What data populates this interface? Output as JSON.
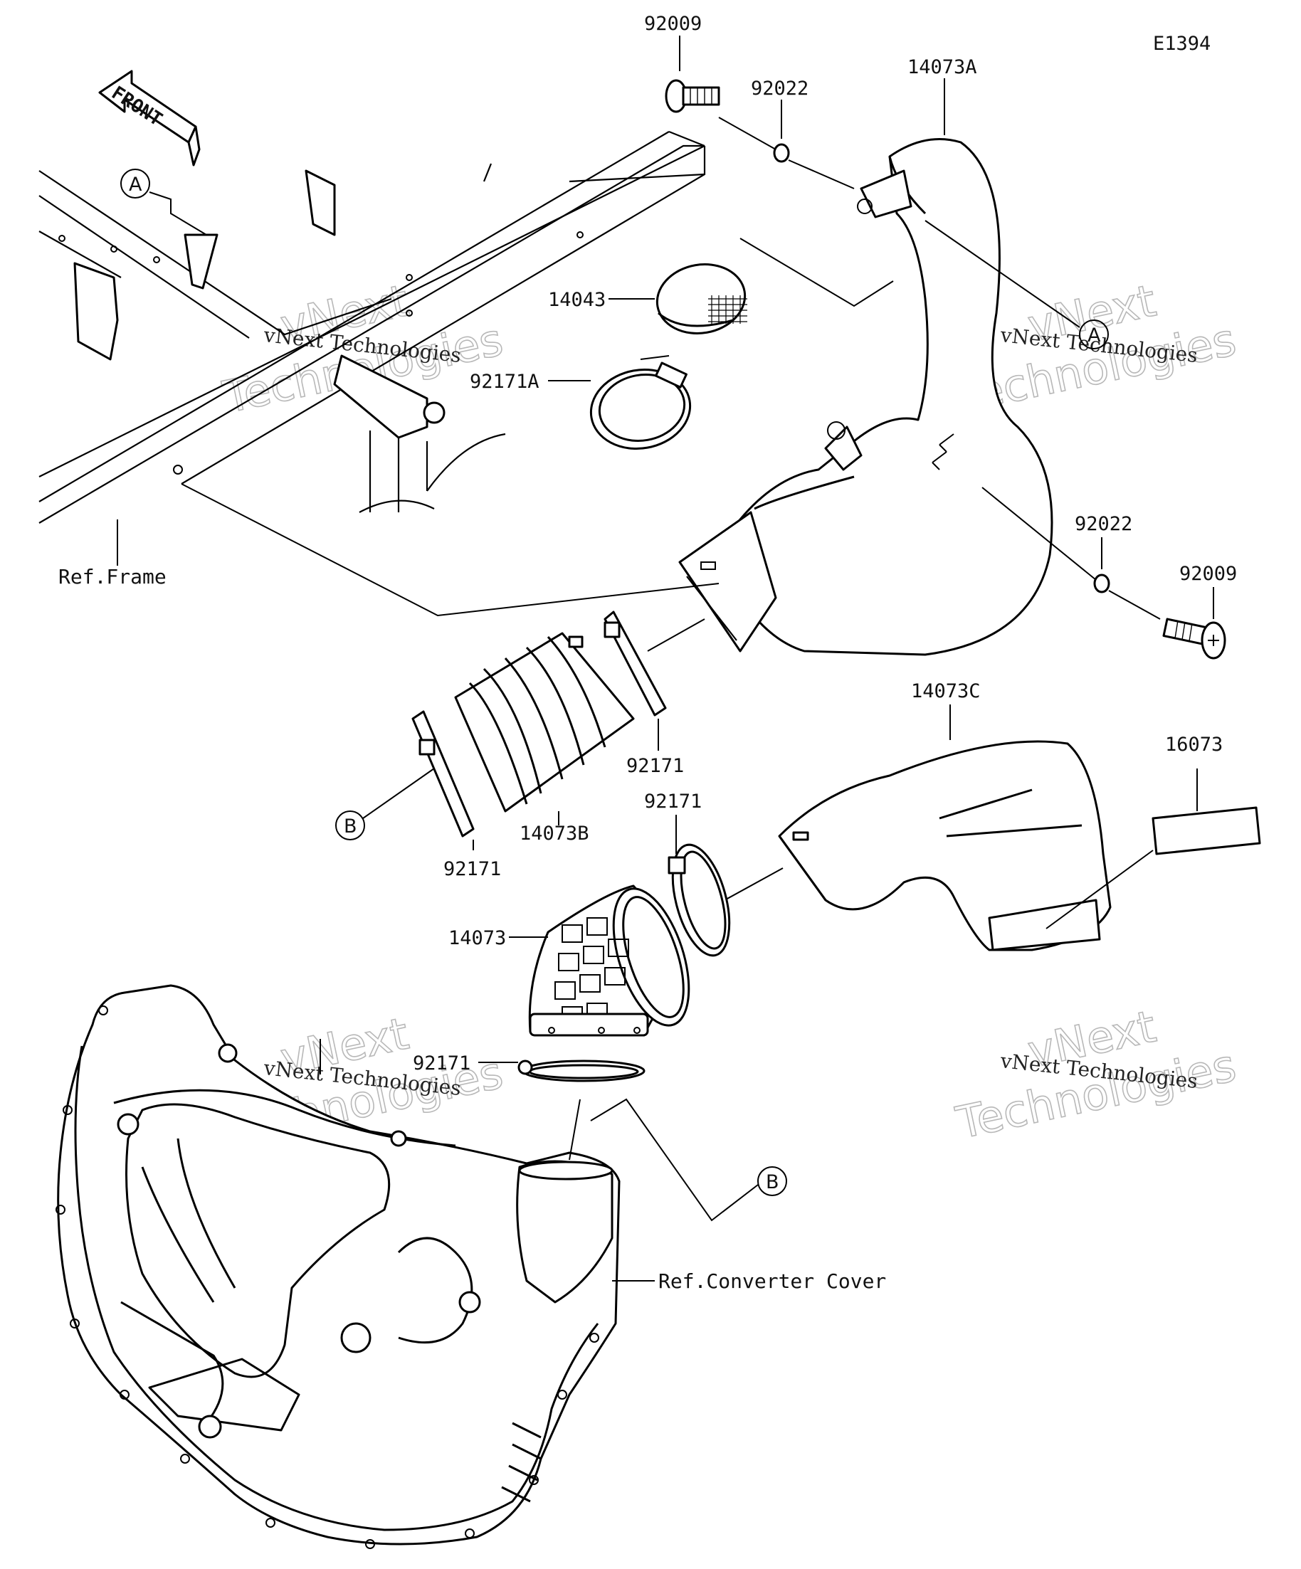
{
  "diagram_code": "E1394",
  "front_label": "FRONT",
  "part_labels": {
    "p92009_top": "92009",
    "p92022_top": "92022",
    "p14073A": "14073A",
    "p14043": "14043",
    "p92171A": "92171A",
    "p92022_right": "92022",
    "p92009_right": "92009",
    "p14073C": "14073C",
    "p16073": "16073",
    "p92171_mid": "92171",
    "p92171_upper": "92171",
    "p14073B": "14073B",
    "p92171_left": "92171",
    "p14073": "14073",
    "p92171_bottom": "92171"
  },
  "refs": {
    "frame": "Ref.Frame",
    "converter_cover": "Ref.Converter Cover"
  },
  "callouts": {
    "a_left": "A",
    "a_right": "A",
    "b_left": "B",
    "b_right": "B"
  },
  "watermarks": {
    "line1": "vNext Technologies",
    "big_top": "vNext",
    "big_bottom": "Technologies"
  }
}
